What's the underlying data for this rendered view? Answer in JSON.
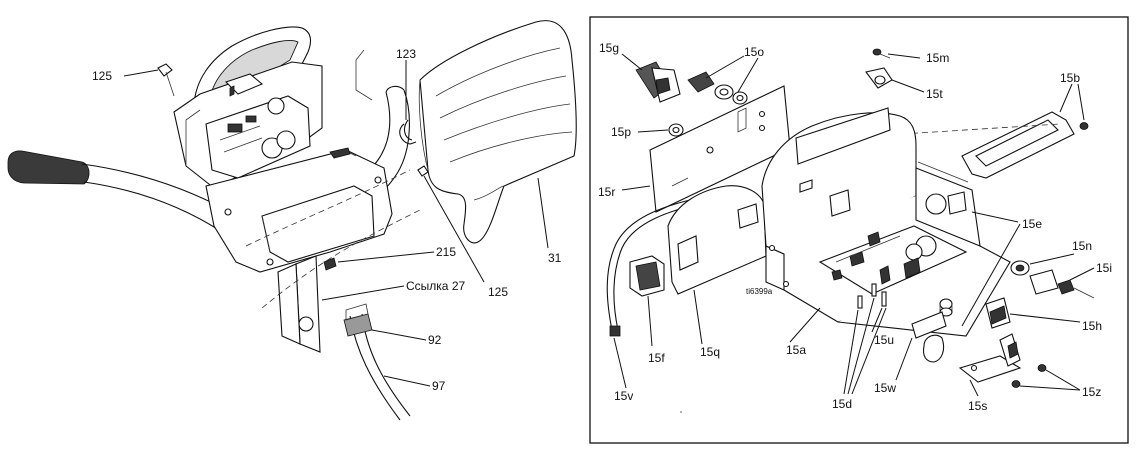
{
  "figure_id": "ti6399a",
  "left_labels": {
    "l125a": "125",
    "l123": "123",
    "l215": "215",
    "lref27": "Ссылка 27",
    "l125b": "125",
    "l31": "31",
    "l92": "92",
    "l97": "97"
  },
  "right_labels": {
    "l15g": "15g",
    "l15o": "15o",
    "l15m": "15m",
    "l15t": "15t",
    "l15b": "15b",
    "l15p": "15p",
    "l15r": "15r",
    "l15e": "15e",
    "l15n": "15n",
    "l15i": "15i",
    "l15h": "15h",
    "l15f": "15f",
    "l15q": "15q",
    "l15a": "15a",
    "l15u": "15u",
    "l15w": "15w",
    "l15d": "15d",
    "l15s": "15s",
    "l15z": "15z",
    "l15v": "15v"
  }
}
